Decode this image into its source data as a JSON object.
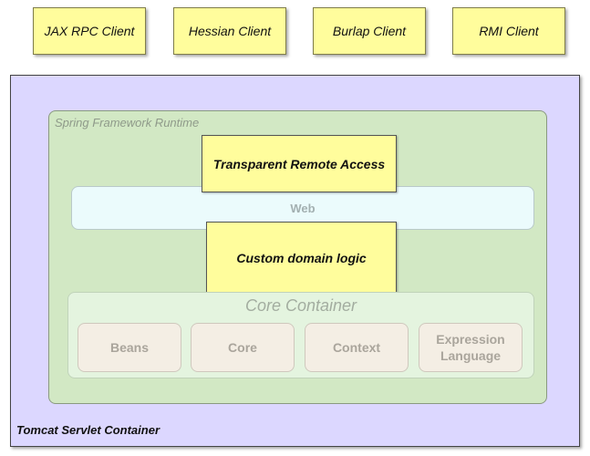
{
  "clients": [
    {
      "label": "JAX RPC Client"
    },
    {
      "label": "Hessian Client"
    },
    {
      "label": "Burlap Client"
    },
    {
      "label": "RMI Client"
    }
  ],
  "tomcat": {
    "label": "Tomcat Servlet Container"
  },
  "spring": {
    "label": "Spring Framework Runtime"
  },
  "transparent_remote_access": {
    "label": "Transparent Remote Access"
  },
  "web": {
    "label": "Web"
  },
  "custom_domain_logic": {
    "label": "Custom domain logic"
  },
  "core_container": {
    "label": "Core Container",
    "modules": [
      {
        "label": "Beans"
      },
      {
        "label": "Core"
      },
      {
        "label": "Context"
      },
      {
        "label": "Expression Language"
      }
    ]
  },
  "colors": {
    "yellow_box": "#fffd9c",
    "tomcat_bg": "#dcd7ff",
    "spring_bg": "#d2e8c4",
    "web_bg": "#ebfbfc",
    "core_bg": "#e4f4df",
    "module_bg": "#f4eee4"
  }
}
